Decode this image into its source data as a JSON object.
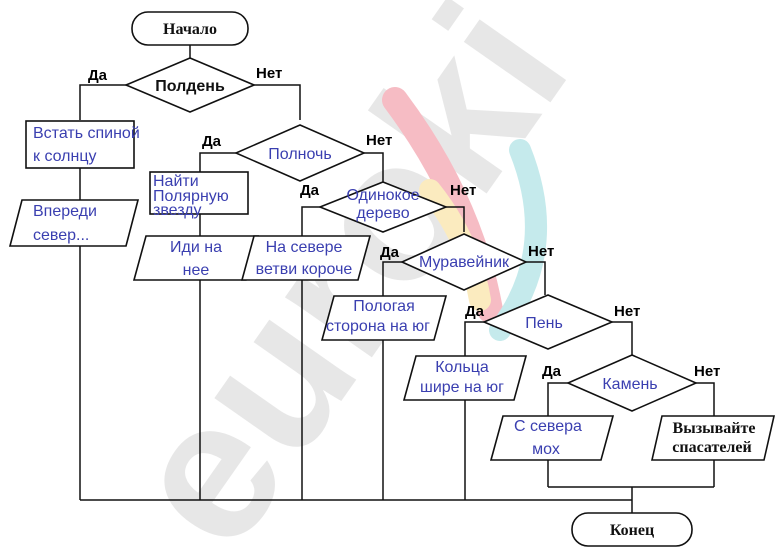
{
  "watermark": "euroki",
  "start": "Начало",
  "end": "Конец",
  "yes": "Да",
  "no": "Нет",
  "decisions": {
    "noon": "Полдень",
    "midnight": "Полночь",
    "lone_tree": [
      "Одинокое",
      "дерево"
    ],
    "anthill": "Муравейник",
    "stump": "Пень",
    "stone": "Камень"
  },
  "actions": {
    "back_to_sun": [
      "Встать спиной",
      "к солнцу"
    ],
    "ahead_north": [
      "Впереди",
      "север..."
    ],
    "find_polaris": [
      "Найти",
      "Полярную",
      "звезду"
    ],
    "go_to_it": [
      "Иди на",
      "нее"
    ],
    "north_branches": [
      "На севере",
      "ветви короче"
    ],
    "gentle_side": [
      "Пологая",
      "сторона на юг"
    ],
    "rings_wider": [
      "Кольца",
      "шире на юг"
    ],
    "moss_north": [
      "С севера",
      "мох"
    ],
    "call_rescuers": [
      "Вызывайте",
      "спасателей"
    ]
  },
  "colors": {
    "blue_text": "#3a3fb0",
    "watermark_red": "#e8425a",
    "watermark_yellow": "#f5c84a",
    "watermark_teal": "#5cc6c9",
    "watermark_gray": "#bdbdbd"
  }
}
